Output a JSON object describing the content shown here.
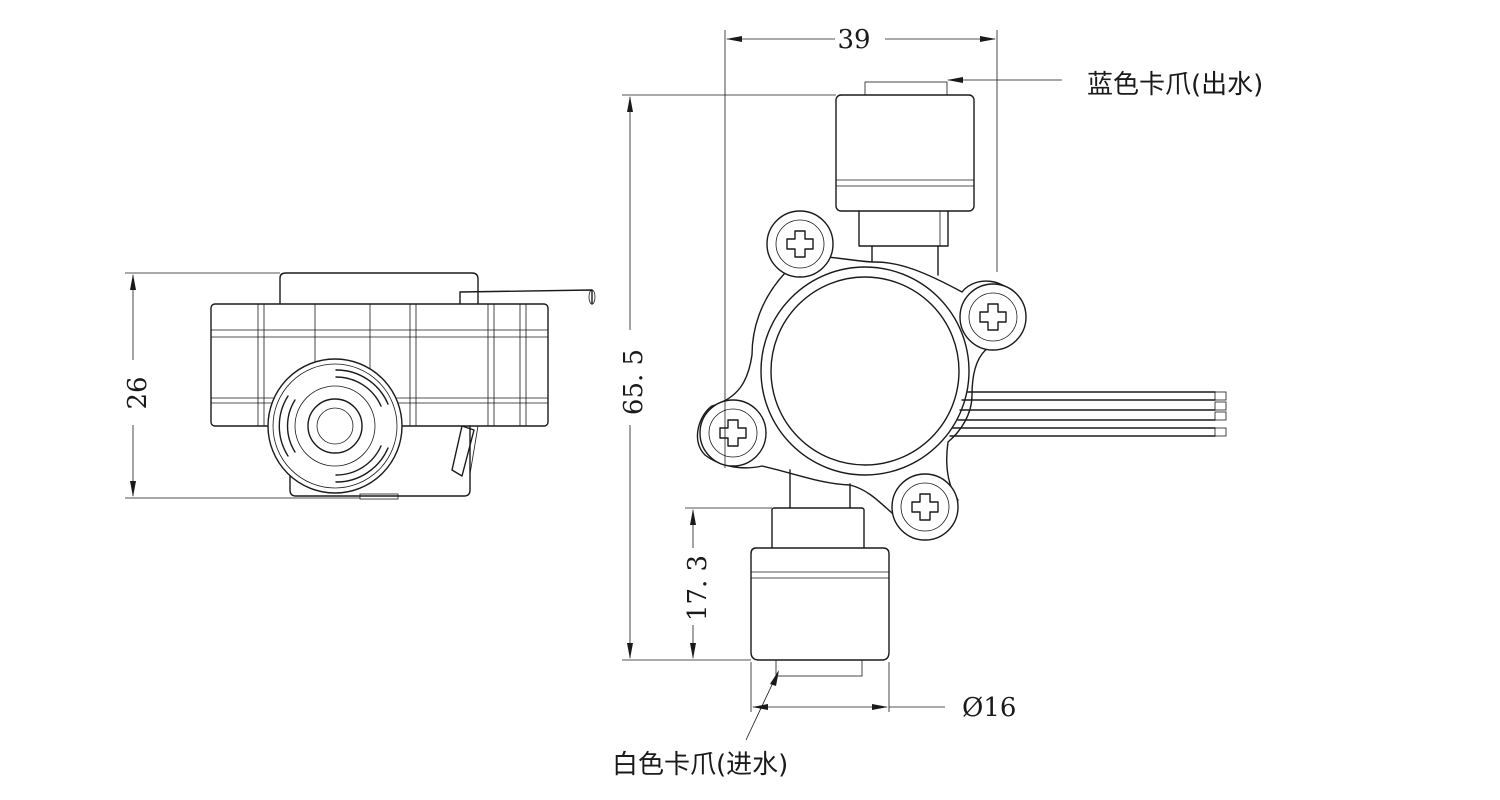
{
  "dimensions": {
    "height_side": "26",
    "width_top": "39",
    "height_total": "65. 5",
    "inlet_length": "17. 3",
    "diameter": "Ø16"
  },
  "labels": {
    "outlet": "蓝色卡爪(出水)",
    "inlet": "白色卡爪(进水)"
  }
}
